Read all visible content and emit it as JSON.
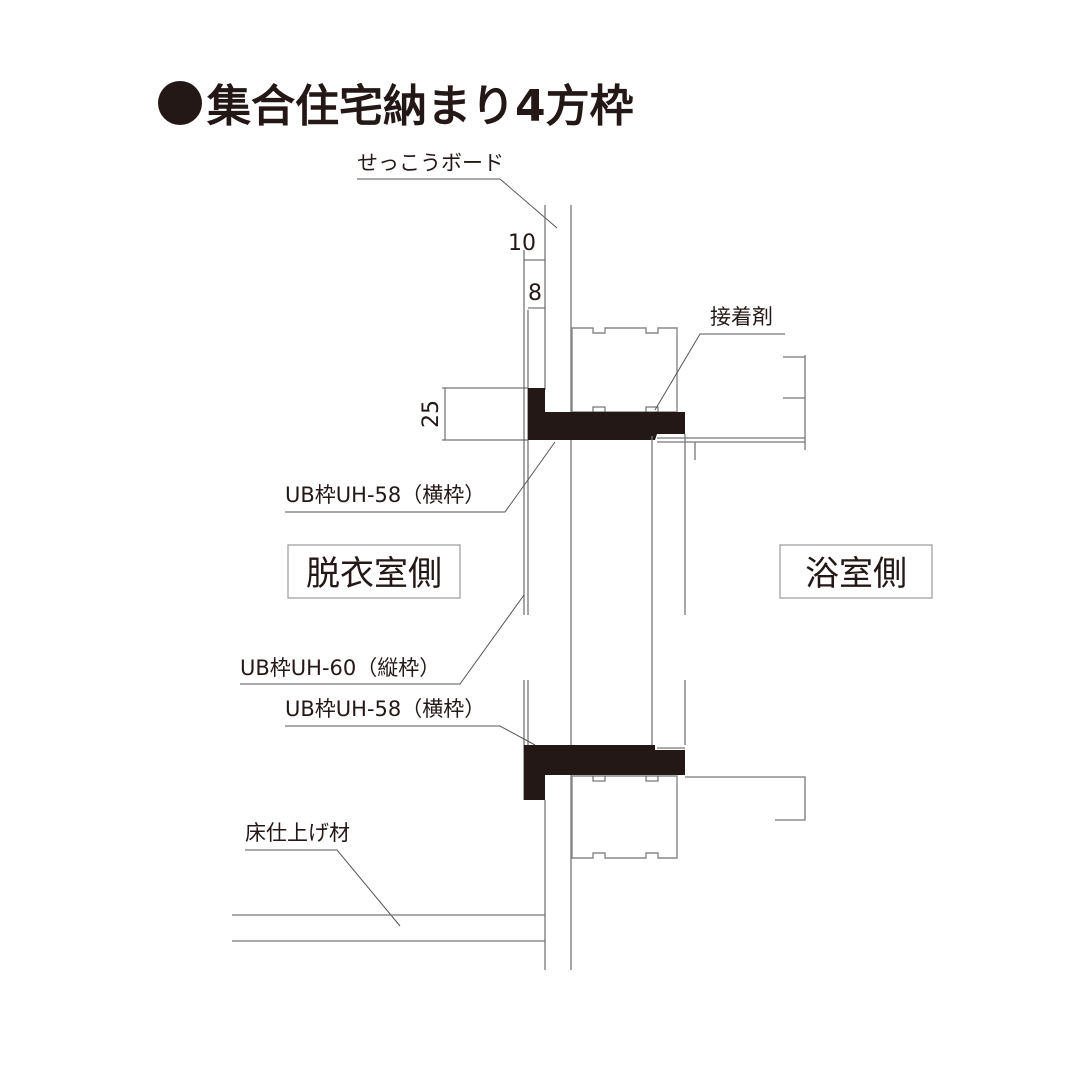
{
  "title": "集合住宅納まり4方枠",
  "colors": {
    "ink": "#231815",
    "line": "#777777",
    "frame_fill": "#231815"
  },
  "labels": {
    "gypsum_board": "せっこうボード",
    "adhesive": "接着剤",
    "frame_top_horizontal": "UB枠UH-58（横枠）",
    "frame_vertical": "UB枠UH-60（縦枠）",
    "frame_bottom_horizontal": "UB枠UH-58（横枠）",
    "floor_finish": "床仕上げ材"
  },
  "dimensions": {
    "d1": "10",
    "d2": "8",
    "d3": "25"
  },
  "rooms": {
    "left": "脱衣室側",
    "right": "浴室側"
  }
}
